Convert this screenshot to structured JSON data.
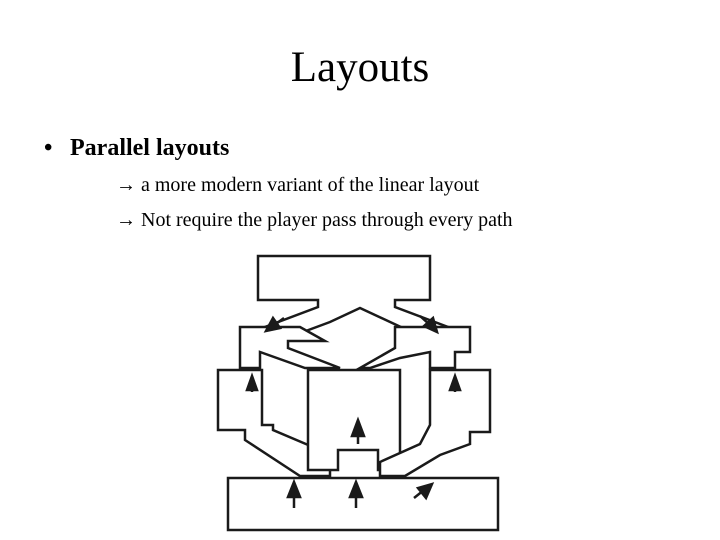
{
  "slide": {
    "title": "Layouts",
    "bullet": {
      "marker": "•",
      "text": "Parallel layouts"
    },
    "subpoints": [
      {
        "marker": "→",
        "text": "a more modern variant of the linear layout"
      },
      {
        "marker": "→",
        "text": "Not require the player pass through every path"
      }
    ]
  },
  "diagram": {
    "stroke_color": "#1a1a1a",
    "fill_color": "#ffffff",
    "arrow_icon": "arrow-head-icon"
  }
}
